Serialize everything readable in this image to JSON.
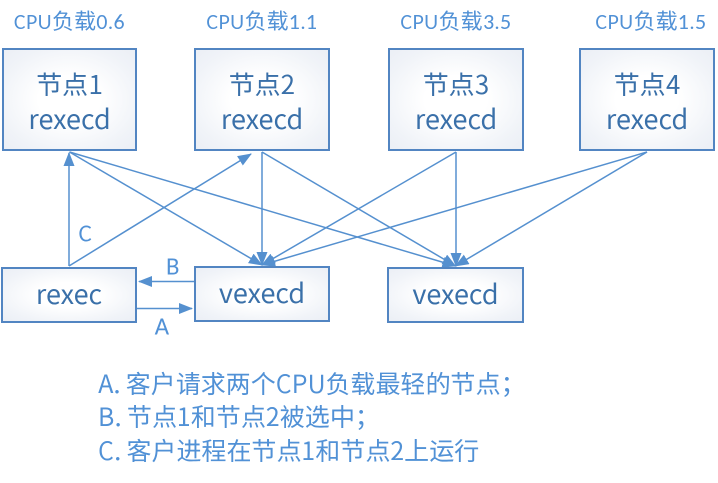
{
  "colors": {
    "background": "#ffffff",
    "accent_blue": "#5b9bd5",
    "wire_blue": "#5590cf",
    "box_border_blue": "#5285c2",
    "box_text_blue": "#3a70a9",
    "label_blue": "#5191d6"
  },
  "cpu_labels": [
    {
      "text": "CPU负载0.6"
    },
    {
      "text": "CPU负载1.1"
    },
    {
      "text": "CPU负载3.5"
    },
    {
      "text": "CPU负载1.5"
    }
  ],
  "nodes": [
    {
      "name": "节点1",
      "daemon": "rexecd"
    },
    {
      "name": "节点2",
      "daemon": "rexecd"
    },
    {
      "name": "节点3",
      "daemon": "rexecd"
    },
    {
      "name": "节点4",
      "daemon": "rexecd"
    }
  ],
  "clients": {
    "rexec": {
      "label": "rexec"
    },
    "vexecd1": {
      "label": "vexecd"
    },
    "vexecd2": {
      "label": "vexecd"
    }
  },
  "edge_labels": {
    "a": "A",
    "b": "B",
    "c": "C"
  },
  "legend": {
    "line_a": "A. 客户请求两个CPU负载最轻的节点；",
    "line_b": "B. 节点1和节点2被选中；",
    "line_c": "C. 客户进程在节点1和节点2上运行"
  }
}
